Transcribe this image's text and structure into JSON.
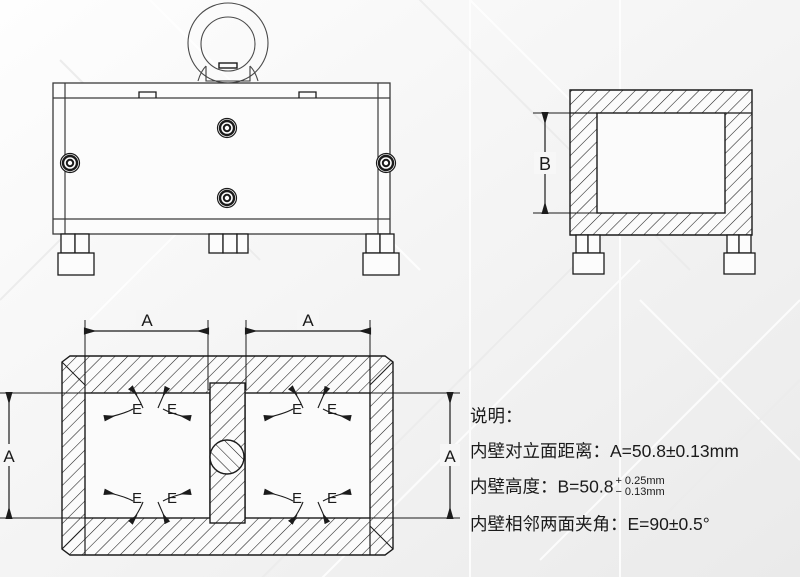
{
  "page": {
    "background_color": "#f4f4f4",
    "line_color": "#1b1b1b",
    "title": "Technical drawing - inner wall dimensions"
  },
  "views": {
    "front": {
      "name": "front-elevation-view",
      "features": [
        "lifting-eye",
        "top-band",
        "fastener-bosses",
        "feet"
      ]
    },
    "side": {
      "name": "side-section-view",
      "features": [
        "hatched-section",
        "cavity",
        "feet"
      ],
      "dimension_label": "B"
    },
    "bottom": {
      "name": "bottom-section-view",
      "features": [
        "hatched-section",
        "two-cavities",
        "center-rib",
        "pin-hole"
      ],
      "dimension_label": "A"
    }
  },
  "dimensions": {
    "a_top_left": "A",
    "a_top_right": "A",
    "a_left": "A",
    "a_right": "A",
    "b_side": "B"
  },
  "angle_callouts": {
    "label": "E",
    "left_cavity": [
      "E",
      "E",
      "E",
      "E"
    ],
    "right_cavity": [
      "E",
      "E",
      "E",
      "E"
    ]
  },
  "notes": {
    "heading": "说明：",
    "line1": "内壁对立面距离：A=50.8±0.13mm",
    "line2_prefix": "内壁高度：B=50.8",
    "line2_plus": "+ 0.25mm",
    "line2_minus": "− 0.13mm",
    "line3": "内壁相邻两面夹角：E=90±0.5°"
  }
}
